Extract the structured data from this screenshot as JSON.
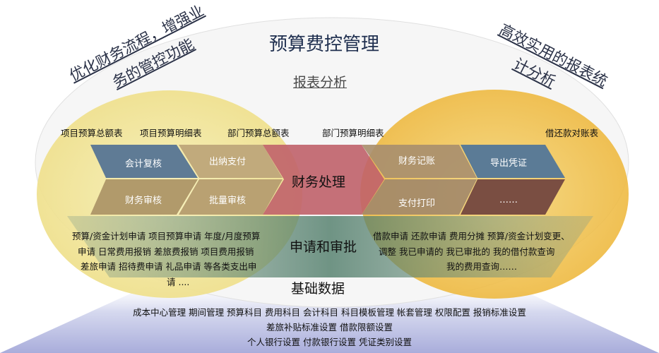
{
  "main_title": "预算费控管理",
  "report_title": "报表分析",
  "slogan_left": [
    "优化财务流程，增强业",
    "务的管控功能"
  ],
  "slogan_right": [
    "高效实用的报表统",
    "计分析"
  ],
  "reports": [
    "项目预算总额表",
    "项目预算明细表",
    "部门预算总额表",
    "部门预算明细表",
    "借还款对账表"
  ],
  "flow": {
    "step1_top": "会计复核",
    "step1_bottom": "财务审核",
    "step2_top": "出纳支付",
    "step2_bottom": "批量审核",
    "center": "财务处理",
    "step4_top": "财务记账",
    "step4_bottom": "支付打印",
    "step5_top": "导出凭证",
    "step5_bottom": "……"
  },
  "approval_title": "申请和审批",
  "requests_left": [
    "预算/资金计划申请  项目预算申请  年度/月度预算",
    "申请  日常费用报销  差旅费报销  项目费用报销",
    "差旅申请  招待费申请  礼品申请  等各类支出申",
    "请 ...."
  ],
  "requests_right": [
    "借款申请  还款申请  费用分摊  预算/资金计划变更、",
    "调整   我已申请的  我已审批的  我的借付款查询",
    "我的费用查询……"
  ],
  "base_title": "基础数据",
  "base_items": [
    "成本中心管理  期间管理   预算科目  费用科目  会计科目  科目模板管理  帐套管理  权限配置  报销标准设置",
    "差旅补贴标准设置  借款限额设置",
    "个人银行设置  付款银行设置  凭证类别设置"
  ],
  "colors": {
    "left_ellipse": "#f1e59a",
    "right_ellipse": "#f0c451",
    "step1_top": "#5f7b95",
    "step1_bottom": "#b19a6b",
    "step2": "#bfa87a",
    "center": "#c0626a",
    "step4": "#a98f6e",
    "step5_top": "#5b7b96",
    "step5_bottom": "#7a4e42",
    "request_band": "#5f8a78"
  }
}
